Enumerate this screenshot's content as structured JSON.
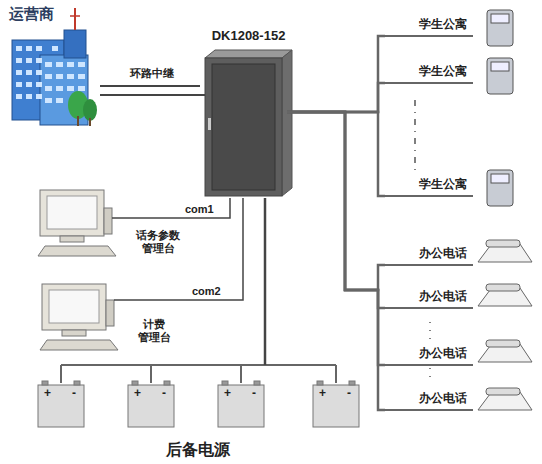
{
  "diagram": {
    "nodes": [
      {
        "text": [
          "运营商"
        ]
      },
      {
        "text": [
          "DK1208-152"
        ]
      },
      {
        "text": [
          "学生公寓"
        ]
      },
      {
        "text": [
          "学生公寓"
        ]
      },
      {
        "text": [
          "学生公寓"
        ]
      },
      {
        "text": [
          "办公电话"
        ]
      },
      {
        "text": [
          "办公电话"
        ]
      },
      {
        "text": [
          "办公电话"
        ]
      },
      {
        "text": [
          "办公电话"
        ]
      },
      {
        "text": [
          "话务参数 管理台"
        ]
      },
      {
        "text": [
          "计费 管理台"
        ]
      },
      {
        "text": [
          "后备电源"
        ]
      }
    ],
    "edges": [
      {
        "from": 0,
        "to": 1,
        "label": "环路中继",
        "arrow": "none"
      },
      {
        "from": 1,
        "to": 2,
        "arrow": "none"
      },
      {
        "from": 1,
        "to": 3,
        "arrow": "none"
      },
      {
        "from": 1,
        "to": 4,
        "arrow": "none"
      },
      {
        "from": 1,
        "to": 5,
        "arrow": "none"
      },
      {
        "from": 1,
        "to": 6,
        "arrow": "none"
      },
      {
        "from": 1,
        "to": 7,
        "arrow": "none"
      },
      {
        "from": 1,
        "to": 8,
        "arrow": "none"
      },
      {
        "from": 9,
        "to": 1,
        "label": "com1",
        "arrow": "none"
      },
      {
        "from": 10,
        "to": 1,
        "label": "com2",
        "arrow": "none"
      },
      {
        "from": 11,
        "to": 1,
        "arrow": "none"
      }
    ],
    "labels": [
      "+",
      "-",
      "+",
      "-",
      "+",
      "-",
      "+",
      "-"
    ]
  }
}
